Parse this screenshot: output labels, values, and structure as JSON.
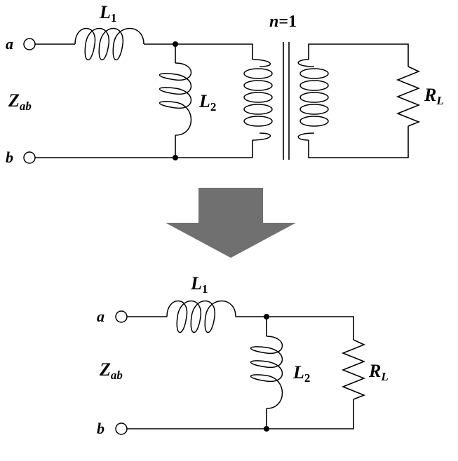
{
  "top_circuit": {
    "terminal_a": "a",
    "terminal_b": "b",
    "impedance": {
      "main": "Z",
      "sub": "ab"
    },
    "inductor_1": {
      "main": "L",
      "sub": "1"
    },
    "inductor_2": {
      "main": "L",
      "sub": "2"
    },
    "load": {
      "main": "R",
      "sub": "L"
    },
    "transformer_ratio": {
      "var": "n",
      "value": "=1"
    }
  },
  "bottom_circuit": {
    "terminal_a": "a",
    "terminal_b": "b",
    "impedance": {
      "main": "Z",
      "sub": "ab"
    },
    "inductor_1": {
      "main": "L",
      "sub": "1"
    },
    "inductor_2": {
      "main": "L",
      "sub": "2"
    },
    "load": {
      "main": "R",
      "sub": "L"
    }
  },
  "colors": {
    "arrow": "#707070",
    "wire": "#000000",
    "background": "#ffffff"
  }
}
